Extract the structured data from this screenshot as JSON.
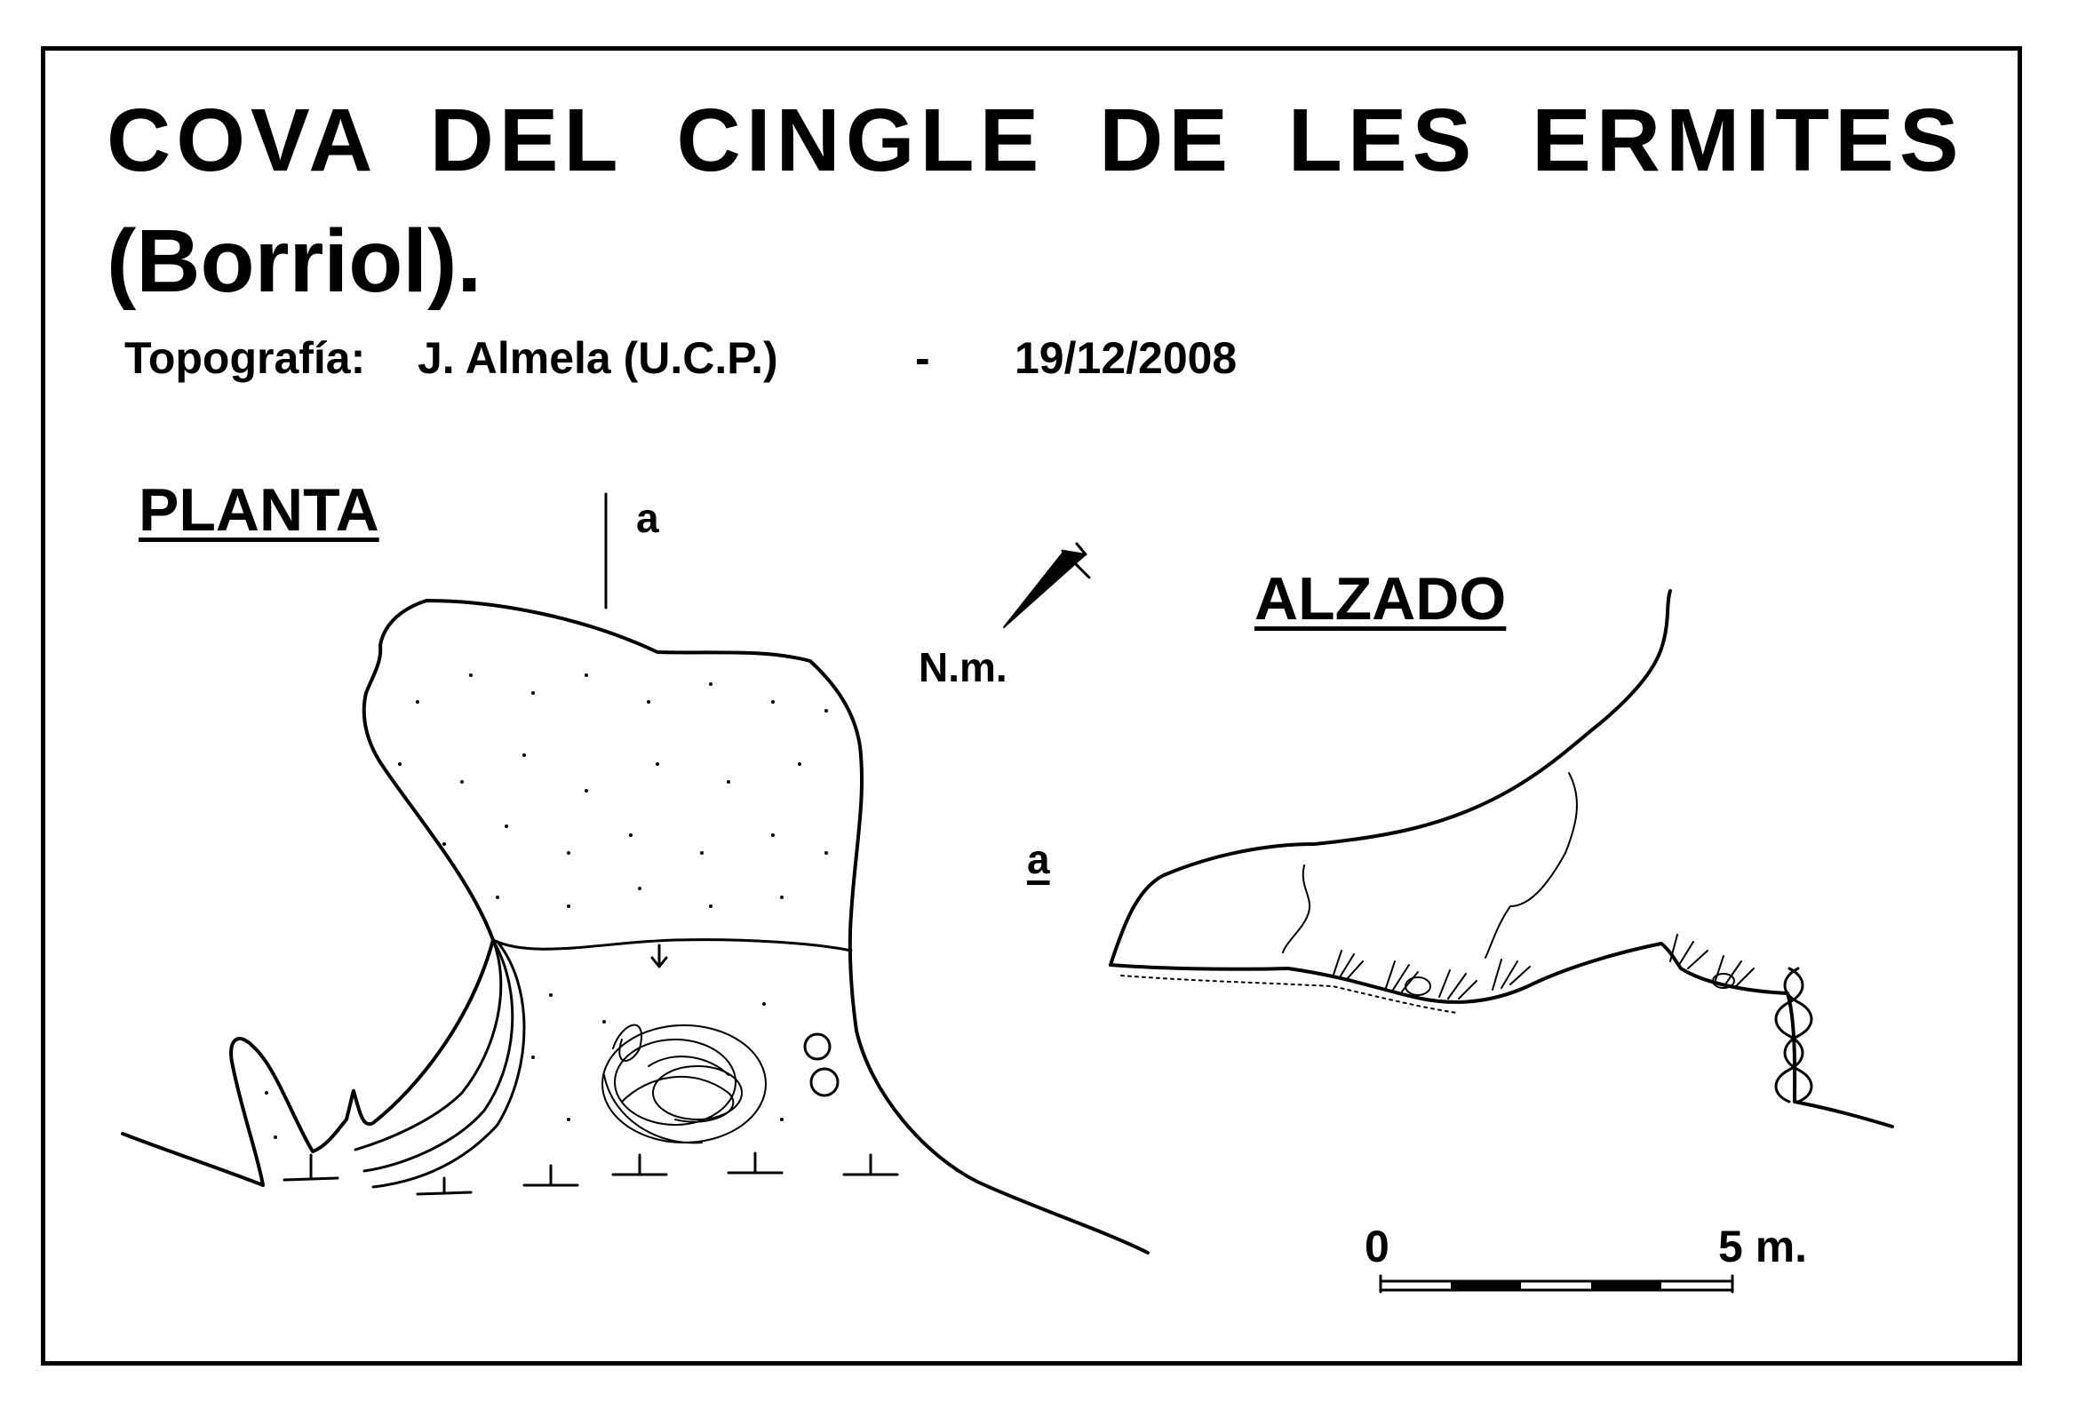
{
  "header": {
    "title_line1": "COVA DEL CINGLE DE LES ERMITES",
    "title_line2": "(Borriol).",
    "survey_label": "Topografía:",
    "survey_author": "J. Almela (U.C.P.)",
    "separator": "-",
    "survey_date": "19/12/2008"
  },
  "plan": {
    "label": "PLANTA",
    "section_marker": "a"
  },
  "north": {
    "label": "N.m."
  },
  "elevation": {
    "label": "ALZADO",
    "section_marker": "a"
  },
  "scale_bar": {
    "start_label": "0",
    "end_label": "5 m."
  },
  "colors": {
    "ink": "#000000",
    "paper": "#ffffff"
  }
}
